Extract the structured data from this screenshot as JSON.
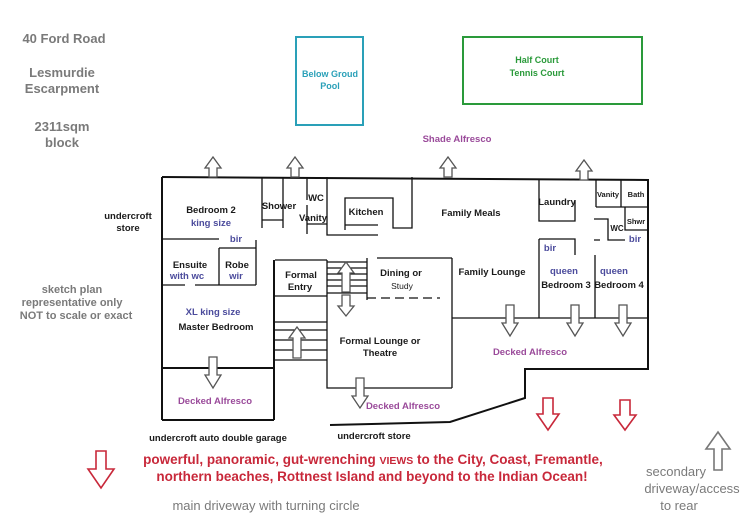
{
  "info": {
    "address": "40 Ford Road",
    "location_line1": "Lesmurdie",
    "location_line2": "Escarpment",
    "size_line1": "2311sqm",
    "size_line2": "block",
    "disclaimer_line1": "sketch plan",
    "disclaimer_line2": "representative only",
    "disclaimer_line3": "NOT to scale or exact"
  },
  "outdoor": {
    "pool_line1": "Below Groud",
    "pool_line2": "Pool",
    "tennis_line1": "Half Court",
    "tennis_line2": "Tennis Court",
    "shade_alfresco": "Shade Alfresco",
    "undercroft_store_left_line1": "undercroft",
    "undercroft_store_left_line2": "store",
    "garage": "undercroft auto double garage",
    "undercroft_store_bottom": "undercroft store",
    "main_driveway": "main driveway with turning circle",
    "secondary_line1": "secondary",
    "secondary_line2": "driveway/access",
    "secondary_line3": "to rear"
  },
  "views": {
    "line1_a": "powerful, panoramic, gut-wrenching ",
    "line1_b": "VIEWS",
    "line1_c": " to the City, Coast, Fremantle,",
    "line2": "northern beaches, Rottnest Island and beyond to the Indian Ocean!"
  },
  "rooms": {
    "bedroom2": "Bedroom 2",
    "bedroom2_note": "king size",
    "bir1": "bir",
    "ensuite": "Ensuite",
    "ensuite_note": "with wc",
    "robe": "Robe",
    "robe_note": "wir",
    "master_note": "XL king size",
    "master": "Master Bedroom",
    "decked_left": "Decked Alfresco",
    "shower": "Shower",
    "wc1": "WC",
    "vanity1": "Vanity",
    "kitchen": "Kitchen",
    "family_meals": "Family Meals",
    "formal_entry_line1": "Formal",
    "formal_entry_line2": "Entry",
    "dining_line1": "Dining or",
    "dining_line2": "Study",
    "family_lounge": "Family Lounge",
    "formal_lounge_line1": "Formal Lounge or",
    "formal_lounge_line2": "Theatre",
    "decked_middle": "Decked Alfresco",
    "decked_right": "Decked Alfresco",
    "laundry": "Laundry",
    "vanity2": "Vanity",
    "bath": "Bath",
    "shwr": "Shwr",
    "wc2": "WC",
    "bir2": "bir",
    "bir3": "bir",
    "bed3_note": "queen",
    "bedroom3": "Bedroom 3",
    "bed4_note": "queen",
    "bedroom4": "Bedroom 4"
  },
  "colors": {
    "pool": "#2aa0b8",
    "tennis": "#2a9a3a",
    "views_red": "#c8283a",
    "note_blue": "#4b4b9c",
    "alfresco_purple": "#9a4a9a",
    "info_gray": "#7a7a7a"
  }
}
